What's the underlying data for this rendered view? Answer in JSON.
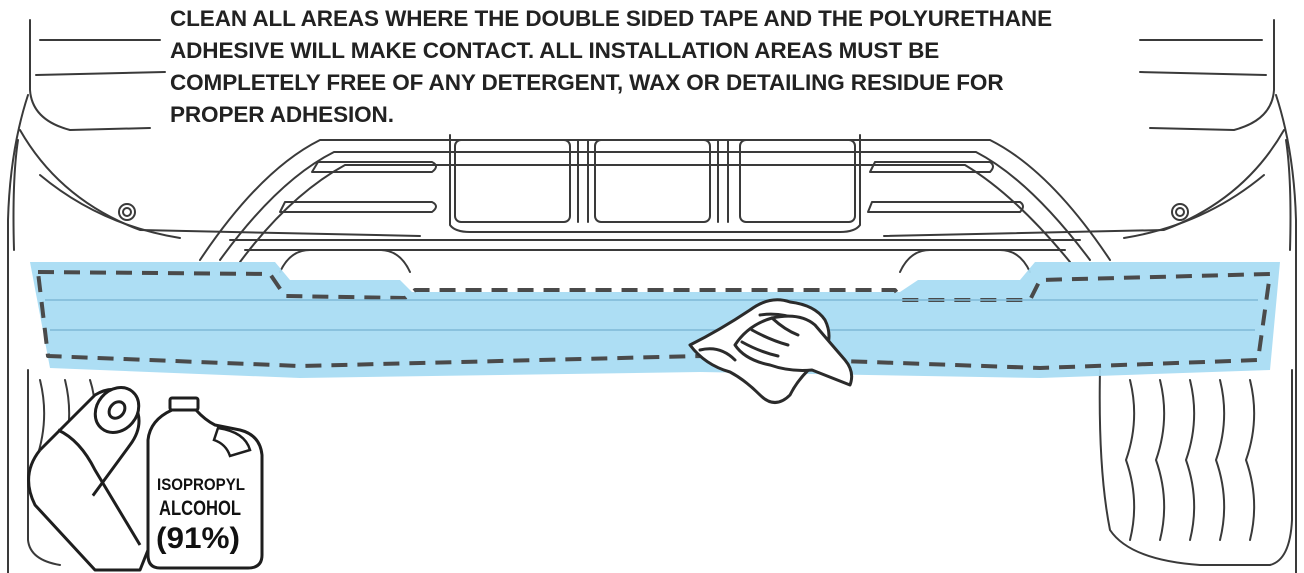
{
  "instruction": {
    "lines": [
      "CLEAN ALL AREAS WHERE THE DOUBLE SIDED TAPE AND THE POLYURETHANE",
      "ADHESIVE WILL MAKE CONTACT. ALL INSTALLATION AREAS MUST BE",
      "COMPLETELY FREE OF ANY DETERGENT, WAX OR DETAILING RESIDUE FOR",
      "PROPER ADHESION."
    ]
  },
  "bottle_label": {
    "line1": "ISOPROPYL",
    "line2": "ALCOHOL",
    "line3": "(91%)"
  },
  "colors": {
    "highlight": "#a9dcf3",
    "outline": "#3a3a3a",
    "dash": "#4a4a4a"
  }
}
